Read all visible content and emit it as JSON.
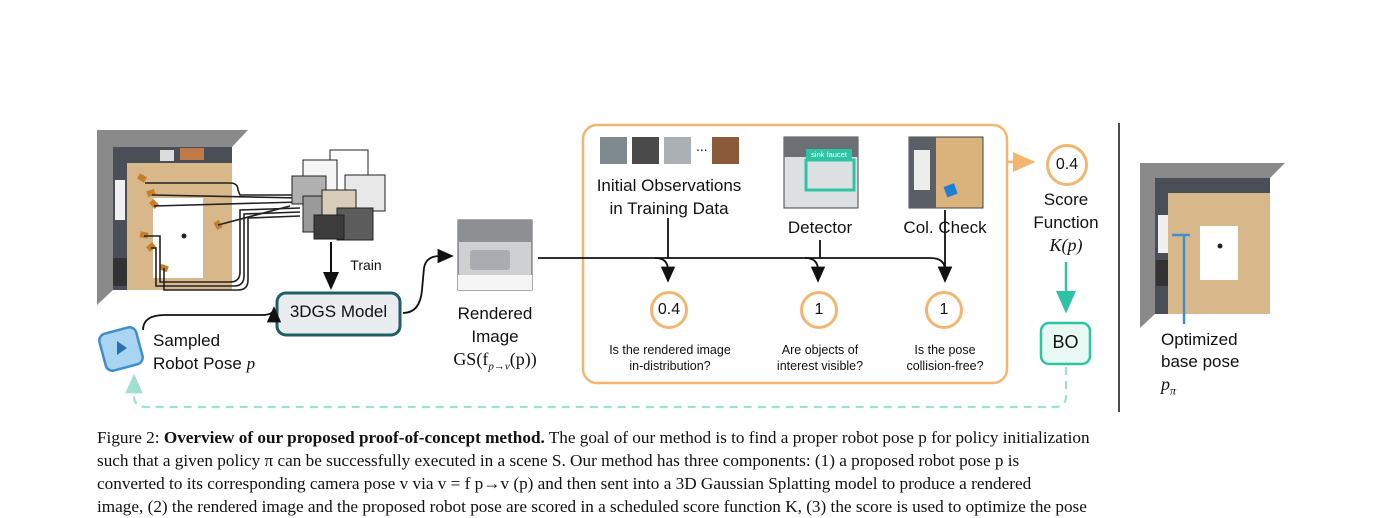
{
  "figure": {
    "train_label": "Train",
    "model_label": "3DGS Model",
    "sampled_pose": {
      "line1": "Sampled",
      "line2": "Robot Pose",
      "var": "p"
    },
    "rendered_image": {
      "line1": "Rendered",
      "line2": "Image",
      "formula": "GS(f",
      "formula_sub": "p→v",
      "formula_tail": "(p))"
    },
    "initial_obs": {
      "line1": "Initial Observations",
      "line2": "in Training Data",
      "ellipsis": "..."
    },
    "detector_label": "Detector",
    "detector_box_label": "sink faucet",
    "colcheck_label": "Col. Check",
    "scores": [
      {
        "value": "0.4",
        "q1": "Is the rendered image",
        "q2": "in-distribution?"
      },
      {
        "value": "1",
        "q1": "Are objects of",
        "q2": "interest visible?"
      },
      {
        "value": "1",
        "q1": "Is the pose",
        "q2": "collision-free?"
      }
    ],
    "score_function": {
      "value": "0.4",
      "line1": "Score",
      "line2": "Function",
      "formula": "K(p)"
    },
    "bo_label": "BO",
    "optimized": {
      "line1": "Optimized",
      "line2": "base pose",
      "var": "p",
      "var_sub": "π"
    },
    "colors": {
      "orange": "#f3b670",
      "teal": "#2ec4a3",
      "blue": "#3f8fcf",
      "model_border": "#1f5e63"
    }
  },
  "caption": {
    "label": "Figure 2:",
    "bold": "Overview of our proposed proof-of-concept method.",
    "line1_rest": " The goal of our method is to find a proper robot pose p for policy initialization",
    "line2": "such that a given policy π can be successfully executed in a scene S. Our method has three components: (1) a proposed robot pose p is",
    "line3": "converted to its corresponding camera pose v via v = f p→v (p) and then sent into a 3D Gaussian Splatting model to produce a rendered",
    "line4": "image, (2) the rendered image and the proposed robot pose are scored in a scheduled score function K, (3) the score is used to optimize the pose"
  }
}
